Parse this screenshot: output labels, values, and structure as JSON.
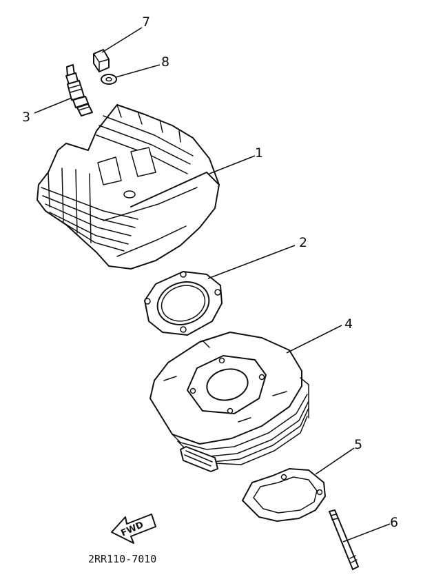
{
  "diagram": {
    "callouts": [
      "1",
      "2",
      "3",
      "4",
      "5",
      "6",
      "7",
      "8"
    ],
    "direction_marker": "FWD",
    "diagram_code": "2RR110-7010"
  }
}
